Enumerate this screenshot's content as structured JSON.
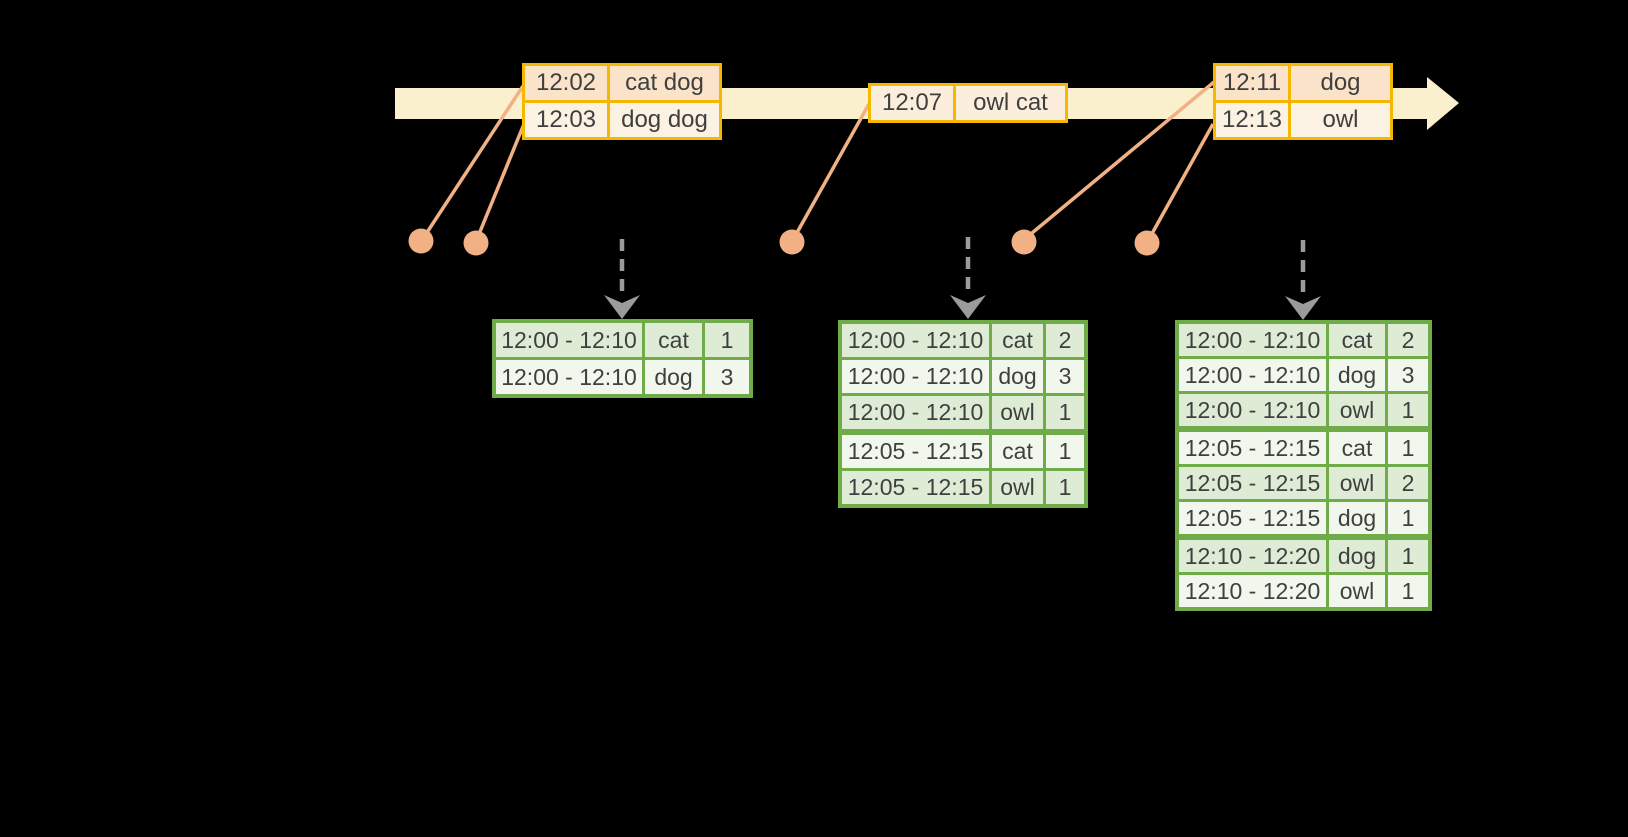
{
  "diagram_title": "windowed-word-count-stream",
  "colors": {
    "background": "#000000",
    "accent_gold": "#F5B700",
    "timeline_band": "#FBF0CD",
    "event_fill_dark": "#FAE3C8",
    "event_fill_light": "#FCF2E3",
    "connector_orange": "#F2B184",
    "trigger_arrow_gray": "#9B9B9B",
    "table_border_green": "#6FAC47",
    "table_fill_dark": "#DFECD5",
    "table_fill_light": "#F1F7ED",
    "text": "#3F3F3F"
  },
  "events": [
    {
      "time": "12:02",
      "words": "cat dog"
    },
    {
      "time": "12:03",
      "words": "dog dog"
    },
    {
      "time": "12:07",
      "words": "owl cat"
    },
    {
      "time": "12:11",
      "words": "dog"
    },
    {
      "time": "12:13",
      "words": "owl"
    }
  ],
  "result_tables": [
    {
      "rows": [
        [
          "12:00 - 12:10",
          "cat",
          "1"
        ],
        [
          "12:00 - 12:10",
          "dog",
          "3"
        ]
      ]
    },
    {
      "rows": [
        [
          "12:00 - 12:10",
          "cat",
          "2"
        ],
        [
          "12:00 - 12:10",
          "dog",
          "3"
        ],
        [
          "12:00 - 12:10",
          "owl",
          "1"
        ],
        [
          "12:05 - 12:15",
          "cat",
          "1"
        ],
        [
          "12:05 - 12:15",
          "owl",
          "1"
        ]
      ]
    },
    {
      "rows": [
        [
          "12:00 - 12:10",
          "cat",
          "2"
        ],
        [
          "12:00 - 12:10",
          "dog",
          "3"
        ],
        [
          "12:00 - 12:10",
          "owl",
          "1"
        ],
        [
          "12:05 - 12:15",
          "cat",
          "1"
        ],
        [
          "12:05 - 12:15",
          "owl",
          "2"
        ],
        [
          "12:05 - 12:15",
          "dog",
          "1"
        ],
        [
          "12:10 - 12:20",
          "dog",
          "1"
        ],
        [
          "12:10 - 12:20",
          "owl",
          "1"
        ]
      ]
    }
  ]
}
